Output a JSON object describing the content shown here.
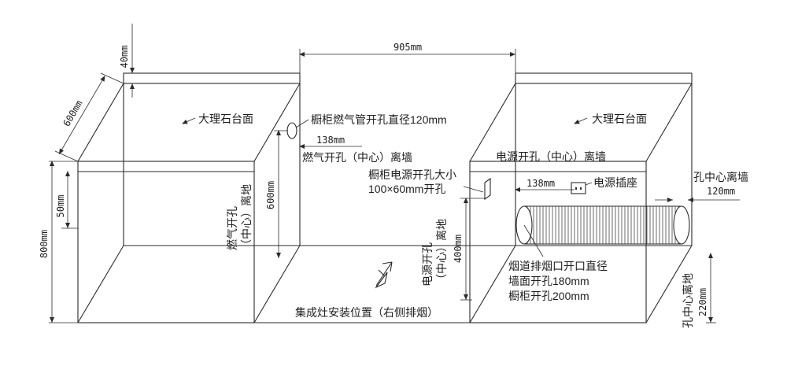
{
  "dims": {
    "top_gap": "905mm",
    "slab": "40mm",
    "depth": "600mm",
    "cabinet_height": "800mm",
    "plinth": "50mm",
    "gas_center_wall": "138mm",
    "gas_height": "600mm",
    "power_center_wall": "138mm",
    "power_height": "400mm",
    "hole_center_wall": "120mm",
    "hole_height": "220mm"
  },
  "labels": {
    "marble_left": "大理石台面",
    "marble_right": "大理石台面",
    "gas_pipe_hole": "橱柜燃气管开孔直径120mm",
    "gas_hole_wall": "燃气开孔（中心）离墙",
    "gas_hole_floor_1": "燃气开孔",
    "gas_hole_floor_2": "（中心）离地",
    "power_hole_wall": "电源开孔（中心）离墙",
    "cabinet_power_1": "橱柜电源开孔大小",
    "cabinet_power_2": "100×60mm开孔",
    "socket": "电源插座",
    "hole_center_wall": "孔中心离墙",
    "power_floor_1": "电源开孔",
    "power_floor_2": "（中心）离地",
    "flue_1": "烟道排烟口开口直径",
    "flue_2": "墙面开孔180mm",
    "flue_3": "橱柜开孔200mm",
    "hole_center_floor": "孔中心离地",
    "install_position": "集成灶安装位置（右侧排烟）"
  }
}
